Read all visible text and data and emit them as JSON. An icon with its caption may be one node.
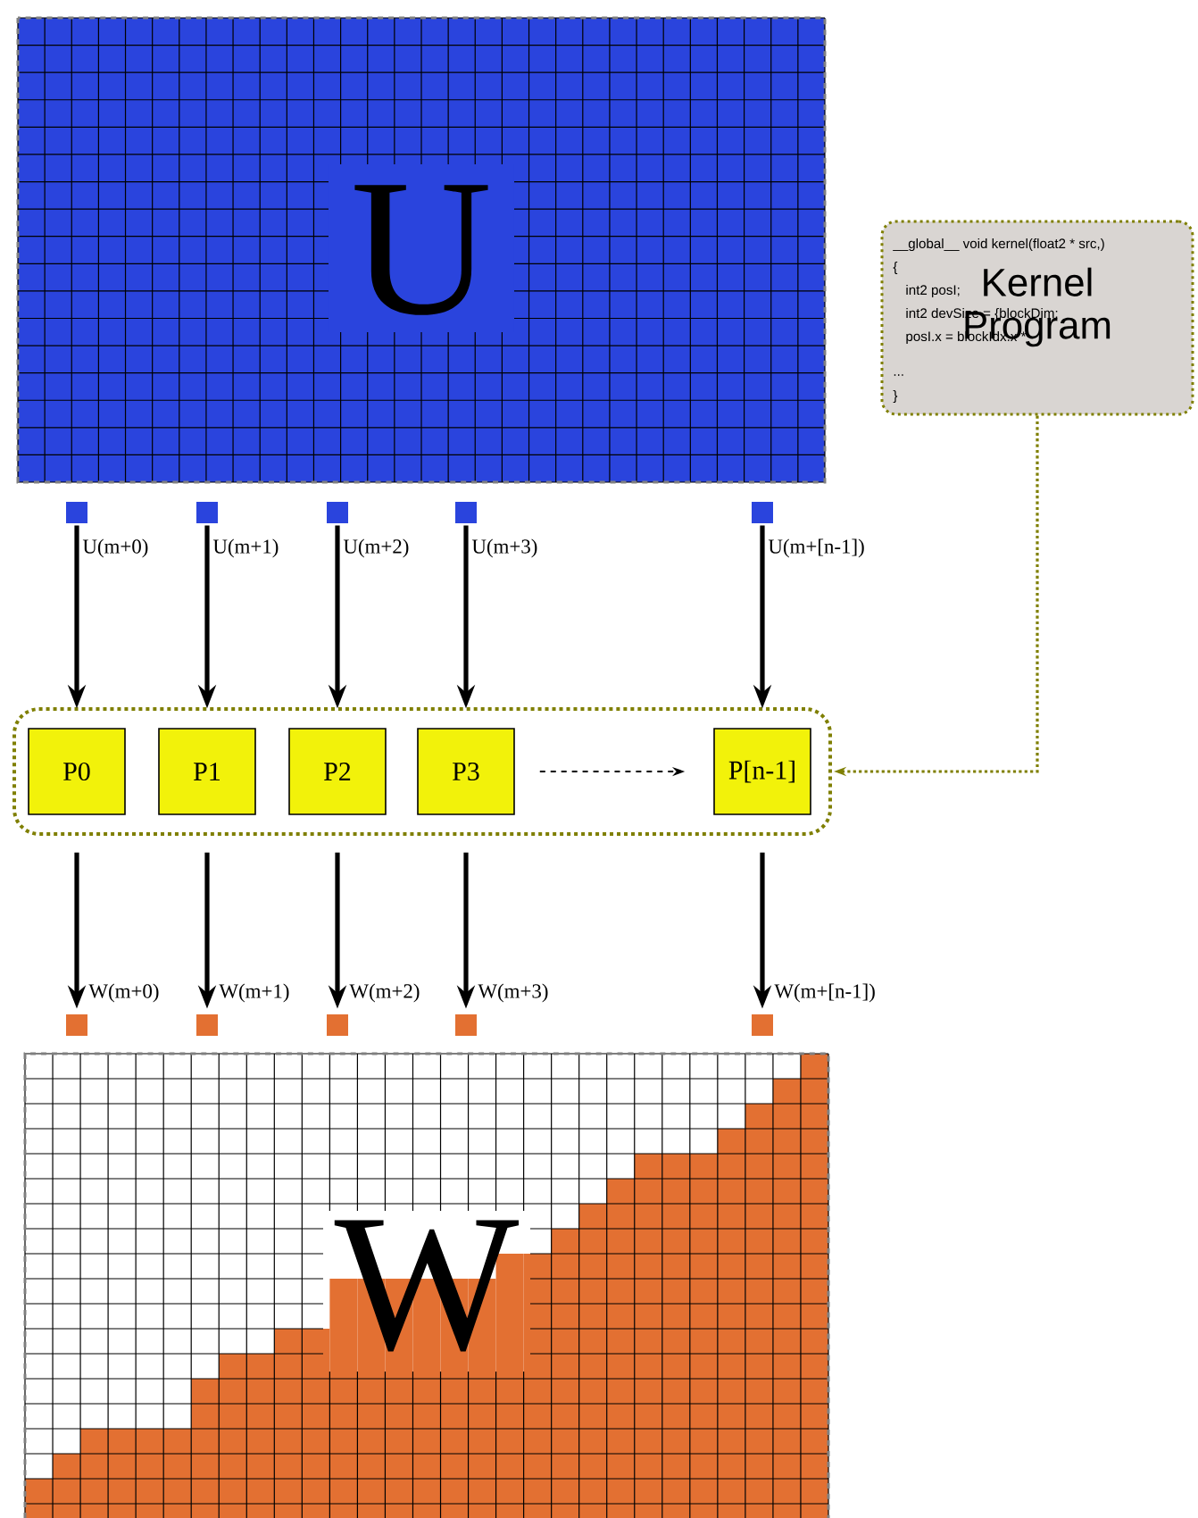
{
  "diagram": {
    "nodes": [
      {
        "text": [
          "U"
        ]
      },
      {
        "text": [],
        "shape": "box"
      },
      {
        "text": [],
        "shape": "box"
      },
      {
        "text": [],
        "shape": "box"
      },
      {
        "text": [],
        "shape": "box"
      },
      {
        "text": [],
        "shape": "box"
      },
      {
        "text": [],
        "shape": "box"
      },
      {
        "text": [
          "P0"
        ],
        "in": 6
      },
      {
        "text": [
          "P1"
        ],
        "in": 6
      },
      {
        "text": [
          "P2"
        ],
        "in": 6
      },
      {
        "text": [
          "P3"
        ],
        "in": 6
      },
      {
        "text": [
          "P[n-1]"
        ],
        "in": 6
      },
      {
        "text": [],
        "shape": "box"
      },
      {
        "text": [],
        "shape": "box"
      },
      {
        "text": [],
        "shape": "box"
      },
      {
        "text": [],
        "shape": "box"
      },
      {
        "text": [],
        "shape": "box"
      },
      {
        "text": [
          "W"
        ]
      },
      {
        "text": [
          "__global__ void  kernel(float2 * src,)",
          "{",
          "int2 posI;",
          "int2 devSize = {blockDim;",
          "posI.x = blockIdx.x *",
          "...",
          "}",
          "Kernel Program"
        ]
      }
    ],
    "edges": [
      {
        "from": 1,
        "to": 7,
        "arrow": "to",
        "label": "U(m+0)"
      },
      {
        "from": 2,
        "to": 8,
        "arrow": "to",
        "label": "U(m+1)"
      },
      {
        "from": 3,
        "to": 9,
        "arrow": "to",
        "label": "U(m+2)"
      },
      {
        "from": 4,
        "to": 10,
        "arrow": "to",
        "label": "U(m+3)"
      },
      {
        "from": 5,
        "to": 11,
        "arrow": "to",
        "label": "U(m+[n-1])"
      },
      {
        "from": 7,
        "to": 12,
        "arrow": "to",
        "label": "W(m+0)"
      },
      {
        "from": 8,
        "to": 13,
        "arrow": "to",
        "label": "W(m+1)"
      },
      {
        "from": 9,
        "to": 14,
        "arrow": "to",
        "label": "W(m+2)"
      },
      {
        "from": 10,
        "to": 15,
        "arrow": "to",
        "label": "W(m+3)"
      },
      {
        "from": 11,
        "to": 16,
        "arrow": "to",
        "label": "W(m+[n-1])"
      },
      {
        "from": 10,
        "to": 11,
        "arrow": "to",
        "style": "dashed"
      },
      {
        "from": 18,
        "to": 6,
        "arrow": "to",
        "style": "dashed",
        "color": "#7f7f00"
      }
    ]
  }
}
